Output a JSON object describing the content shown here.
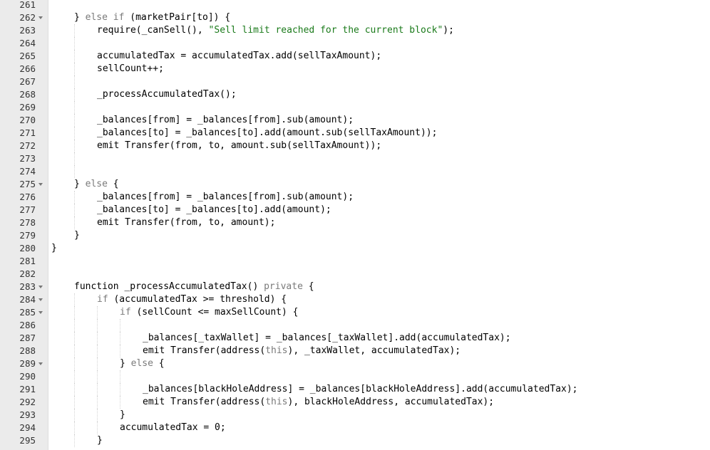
{
  "editor": {
    "language": "solidity",
    "lines": [
      {
        "n": "261",
        "fold": false,
        "indent": 0,
        "text": ""
      },
      {
        "n": "262",
        "fold": true,
        "indent": 1,
        "text": "} else if (marketPair[to]) {"
      },
      {
        "n": "263",
        "fold": false,
        "indent": 2,
        "text": "require(_canSell(), \"Sell limit reached for the current block\");"
      },
      {
        "n": "264",
        "fold": false,
        "indent": 2,
        "text": ""
      },
      {
        "n": "265",
        "fold": false,
        "indent": 2,
        "text": "accumulatedTax = accumulatedTax.add(sellTaxAmount);"
      },
      {
        "n": "266",
        "fold": false,
        "indent": 2,
        "text": "sellCount++;"
      },
      {
        "n": "267",
        "fold": false,
        "indent": 2,
        "text": ""
      },
      {
        "n": "268",
        "fold": false,
        "indent": 2,
        "text": "_processAccumulatedTax();"
      },
      {
        "n": "269",
        "fold": false,
        "indent": 2,
        "text": ""
      },
      {
        "n": "270",
        "fold": false,
        "indent": 2,
        "text": "_balances[from] = _balances[from].sub(amount);"
      },
      {
        "n": "271",
        "fold": false,
        "indent": 2,
        "text": "_balances[to] = _balances[to].add(amount.sub(sellTaxAmount));"
      },
      {
        "n": "272",
        "fold": false,
        "indent": 2,
        "text": "emit Transfer(from, to, amount.sub(sellTaxAmount));"
      },
      {
        "n": "273",
        "fold": false,
        "indent": 2,
        "text": ""
      },
      {
        "n": "274",
        "fold": false,
        "indent": 2,
        "text": ""
      },
      {
        "n": "275",
        "fold": true,
        "indent": 1,
        "text": "} else {"
      },
      {
        "n": "276",
        "fold": false,
        "indent": 2,
        "text": "_balances[from] = _balances[from].sub(amount);"
      },
      {
        "n": "277",
        "fold": false,
        "indent": 2,
        "text": "_balances[to] = _balances[to].add(amount);"
      },
      {
        "n": "278",
        "fold": false,
        "indent": 2,
        "text": "emit Transfer(from, to, amount);"
      },
      {
        "n": "279",
        "fold": false,
        "indent": 1,
        "text": "}"
      },
      {
        "n": "280",
        "fold": false,
        "indent": 0,
        "text": "}"
      },
      {
        "n": "281",
        "fold": false,
        "indent": 0,
        "text": ""
      },
      {
        "n": "282",
        "fold": false,
        "indent": 0,
        "text": ""
      },
      {
        "n": "283",
        "fold": true,
        "indent": 1,
        "text": "function _processAccumulatedTax() private {"
      },
      {
        "n": "284",
        "fold": true,
        "indent": 2,
        "text": "if (accumulatedTax >= threshold) {"
      },
      {
        "n": "285",
        "fold": true,
        "indent": 3,
        "text": "if (sellCount <= maxSellCount) {"
      },
      {
        "n": "286",
        "fold": false,
        "indent": 4,
        "text": ""
      },
      {
        "n": "287",
        "fold": false,
        "indent": 4,
        "text": "_balances[_taxWallet] = _balances[_taxWallet].add(accumulatedTax);"
      },
      {
        "n": "288",
        "fold": false,
        "indent": 4,
        "text": "emit Transfer(address(this), _taxWallet, accumulatedTax);"
      },
      {
        "n": "289",
        "fold": true,
        "indent": 3,
        "text": "} else {"
      },
      {
        "n": "290",
        "fold": false,
        "indent": 4,
        "text": ""
      },
      {
        "n": "291",
        "fold": false,
        "indent": 4,
        "text": "_balances[blackHoleAddress] = _balances[blackHoleAddress].add(accumulatedTax);"
      },
      {
        "n": "292",
        "fold": false,
        "indent": 4,
        "text": "emit Transfer(address(this), blackHoleAddress, accumulatedTax);"
      },
      {
        "n": "293",
        "fold": false,
        "indent": 3,
        "text": "}"
      },
      {
        "n": "294",
        "fold": false,
        "indent": 3,
        "text": "accumulatedTax = 0;"
      },
      {
        "n": "295",
        "fold": false,
        "indent": 2,
        "text": "}"
      }
    ]
  },
  "colors": {
    "gutter_bg": "#ebebeb",
    "keyword": "#7a7a7a",
    "string": "#1a7a1a",
    "text": "#000000"
  }
}
